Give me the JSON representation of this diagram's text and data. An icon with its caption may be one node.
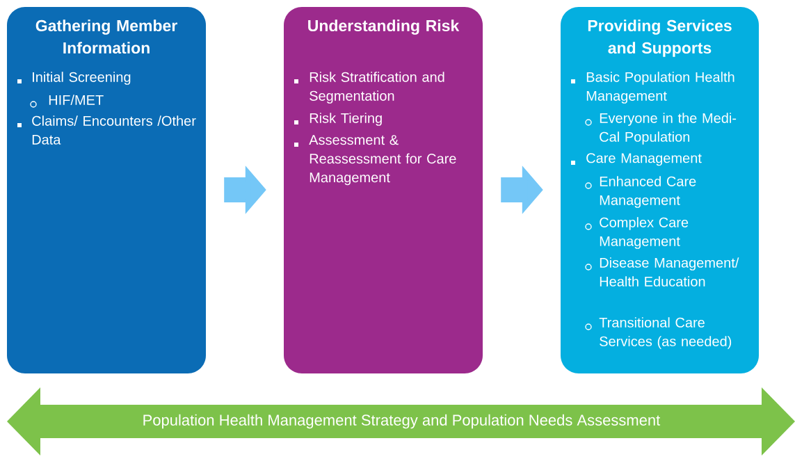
{
  "diagram": {
    "nodes": [
      {
        "text": [
          "Gathering Member Information",
          "Initial Screening",
          "HIF/MET",
          "Claims/ Encounters /Other Data"
        ]
      },
      {
        "text": [
          "Understanding Risk",
          "Risk Stratification and Segmentation",
          "Risk Tiering",
          "Assessment & Reassessment for Care Management"
        ]
      },
      {
        "text": [
          "Providing Services and Supports",
          "Basic Population Health Management",
          "Everyone in the Medi-Cal Population",
          "Care Management",
          "Enhanced Care Management",
          "Complex Care Management",
          "Disease Management/ Health Education",
          "Transitional Care Services (as needed)"
        ]
      },
      {
        "text": [
          "Population Health Management Strategy and Population Needs Assessment"
        ]
      }
    ],
    "edges": [
      {
        "from": 0,
        "to": 1,
        "arrow": "to"
      },
      {
        "from": 1,
        "to": 2,
        "arrow": "to"
      }
    ]
  }
}
